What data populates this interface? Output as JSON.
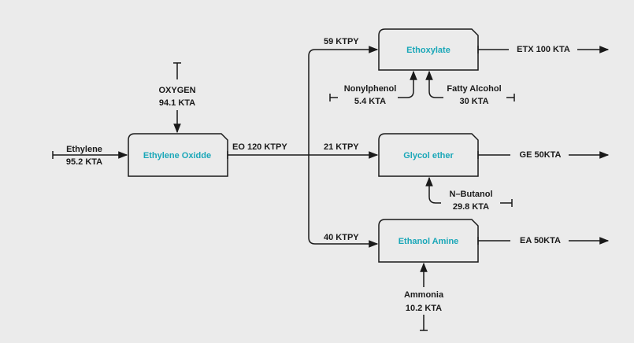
{
  "colors": {
    "background": "#ebebeb",
    "node_text": "#1aa7b8",
    "line": "#1a1a1a"
  },
  "nodes": {
    "ethylene_oxide": "Ethylene Oxidde",
    "ethoxylate": "Ethoxylate",
    "glycol_ether": "Glycol ether",
    "ethanol_amine": "Ethanol Amine"
  },
  "inputs": {
    "oxygen": {
      "name": "OXYGEN",
      "amount": "94.1 KTA"
    },
    "ethylene": {
      "name": "Ethylene",
      "amount": "95.2 KTA"
    },
    "nonylphenol": {
      "name": "Nonylphenol",
      "amount": "5.4 KTA"
    },
    "fatty_alcohol": {
      "name": "Fatty Alcohol",
      "amount": "30 KTA"
    },
    "n_butanol": {
      "name": "N–Butanol",
      "amount": "29.8 KTA"
    },
    "ammonia": {
      "name": "Ammonia",
      "amount": "10.2 KTA"
    }
  },
  "flows": {
    "eo_out": "EO 120 KTPY",
    "to_ethoxylate": "59 KTPY",
    "to_glycol_ether": "21 KTPY",
    "to_ethanol_amine": "40 KTPY"
  },
  "outputs": {
    "etx": "ETX 100 KTA",
    "ge": "GE 50KTA",
    "ea": "EA 50KTA"
  }
}
